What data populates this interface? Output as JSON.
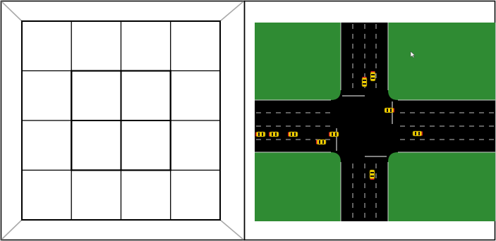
{
  "layout_grid": {
    "rows": 4,
    "cols": 4,
    "inner_block_rows": [
      1,
      2
    ],
    "inner_block_cols": [
      1,
      2
    ]
  },
  "simulation": {
    "colors": {
      "grass": "#2f8b33",
      "road": "#000000",
      "lane_marking": "#bfbfbf",
      "curb": "#cfcfcf",
      "car_body": "#f2cf00",
      "car_window": "#111111",
      "brake_light": "#d21f1f"
    },
    "icons": {
      "cursor": "arrow-cursor-icon"
    },
    "vehicles": [
      {
        "id": "car-north-1",
        "direction": "southbound"
      },
      {
        "id": "car-north-2",
        "direction": "southbound"
      },
      {
        "id": "car-east-1",
        "direction": "westbound"
      },
      {
        "id": "car-east-2",
        "direction": "westbound"
      },
      {
        "id": "car-west-1",
        "direction": "eastbound"
      },
      {
        "id": "car-west-2",
        "direction": "eastbound"
      },
      {
        "id": "car-west-3",
        "direction": "eastbound"
      },
      {
        "id": "car-west-4",
        "direction": "eastbound"
      },
      {
        "id": "car-west-5",
        "direction": "eastbound"
      },
      {
        "id": "car-south-1",
        "direction": "northbound"
      }
    ]
  }
}
